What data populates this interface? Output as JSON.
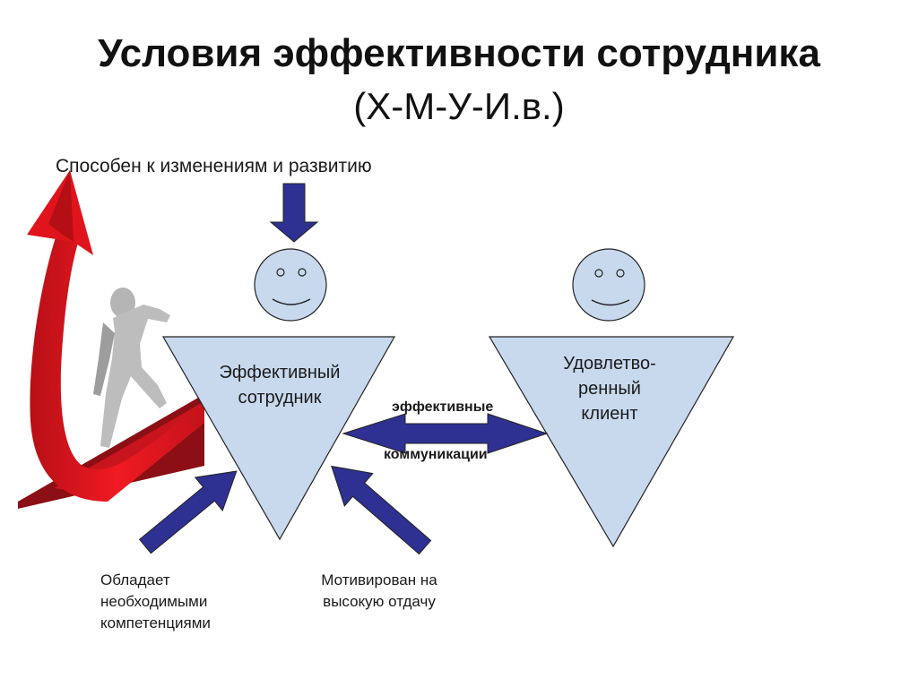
{
  "title": {
    "line1": "Условия эффективности сотрудника",
    "line2": "(Х-М-У-И.в.)"
  },
  "labels": {
    "top_caption": "Способен к изменениям и развитию",
    "left_triangle_line1": "Эффективный",
    "left_triangle_line2": "сотрудник",
    "right_triangle_line1": "Удовлетво-",
    "right_triangle_line2": "ренный",
    "right_triangle_line3": "клиент",
    "communication_top": "эффективные",
    "communication_bottom": "коммуникации",
    "bottom_left_line1": "Обладает",
    "bottom_left_line2": "необходимыми",
    "bottom_left_line3": "компетенциями",
    "bottom_mid_line1": "Мотивирован на",
    "bottom_mid_line2": "высокую отдачу"
  },
  "colors": {
    "triangle_fill": "#c8d9ee",
    "arrow_blue": "#2e3192",
    "growth_red": "#e0141c",
    "growth_dark_red": "#8b0f14",
    "outline": "#222222"
  },
  "icons": {
    "growth": "red-curved-up-arrow-icon",
    "figure": "walking-person-icon",
    "faces": "smiley-face-icon"
  }
}
